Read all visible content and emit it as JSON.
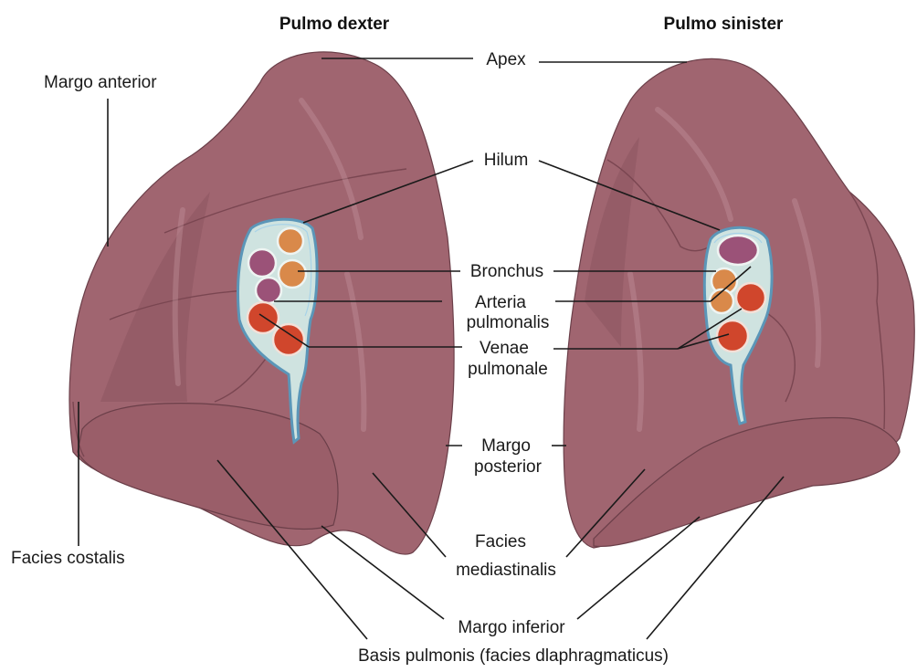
{
  "titles": {
    "right_lung": "Pulmo dexter",
    "left_lung": "Pulmo sinister"
  },
  "labels": {
    "apex": "Apex",
    "margo_anterior": "Margo anterior",
    "hilum": "Hilum",
    "bronchus": "Bronchus",
    "arteria_line1": "Arteria",
    "arteria_line2": "pulmonalis",
    "venae_line1": "Venae",
    "venae_line2": "pulmonale",
    "margo_posterior_line1": "Margo",
    "margo_posterior_line2": "posterior",
    "facies_costalis": "Facies costalis",
    "facies_mediastinalis_line1": "Facies",
    "facies_mediastinalis_line2": "mediastinalis",
    "margo_inferior": "Margo inferior",
    "basis_pulmonis": "Basis pulmonis (facies dlaphragmaticus)"
  },
  "colors": {
    "lung_tissue": "#a06570",
    "bronchus": "#d9894a",
    "pulmonary_artery": "#9b5278",
    "pulmonary_vein": "#d0462c",
    "pleura": "#5b96b8"
  }
}
